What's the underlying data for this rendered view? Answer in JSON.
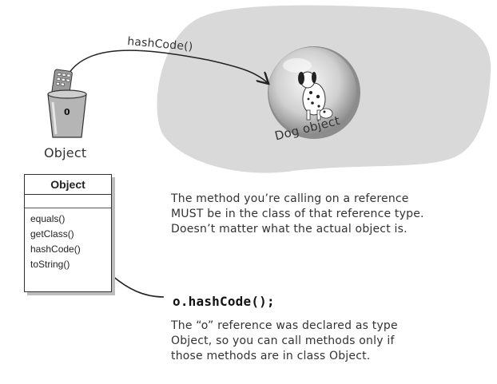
{
  "diagram": {
    "arrow_label": "hashCode()",
    "remote": {
      "number": "0",
      "label": "Object"
    },
    "heap_object": {
      "label": "Dog object",
      "icon": "dalmatian-dog-icon"
    },
    "uml_class": {
      "name": "Object",
      "methods": [
        "equals()",
        "getClass()",
        "hashCode()",
        "toString()"
      ]
    },
    "note_top": "The method you’re calling on a reference MUST be in the class of that reference type. Doesn’t matter what the actual object is.",
    "code": "o.hashCode();",
    "note_bottom": "The “o” reference was declared as type Object, so you can call methods only if those methods are in class Object."
  }
}
